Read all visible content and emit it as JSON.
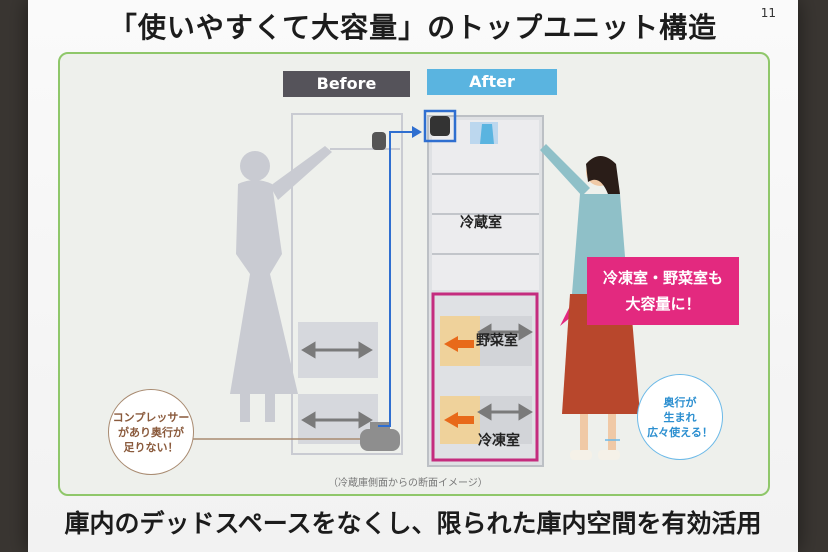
{
  "slide": {
    "title": "「使いやすくて大容量」のトップユニット構造",
    "page_number": "11",
    "before_label": "Before",
    "after_label": "After",
    "fridge_label": "冷蔵室",
    "vegetable_label": "野菜室",
    "freezer_label": "冷凍室",
    "callout_magenta_line1": "冷凍室・野菜室も",
    "callout_magenta_line2": "大容量に！",
    "note_left_line1": "コンプレッサー",
    "note_left_line2": "があり奥行が",
    "note_left_line3": "足りない！",
    "note_right_line1": "奥行が",
    "note_right_line2": "生まれ",
    "note_right_line3": "広々使える！",
    "diagram_caption": "（冷蔵庫側面からの断面イメージ）",
    "bottom_caption": "庫内のデッドスペースをなくし、限られた庫内空間を有効活用"
  },
  "colors": {
    "panel_border": "#8fc76a",
    "before_label_bg": "#55535a",
    "after_label_bg": "#5ab4e0",
    "magenta": "#e3297f",
    "arrow_blue": "#2f6fd0",
    "arrow_orange": "#e86a1a"
  }
}
